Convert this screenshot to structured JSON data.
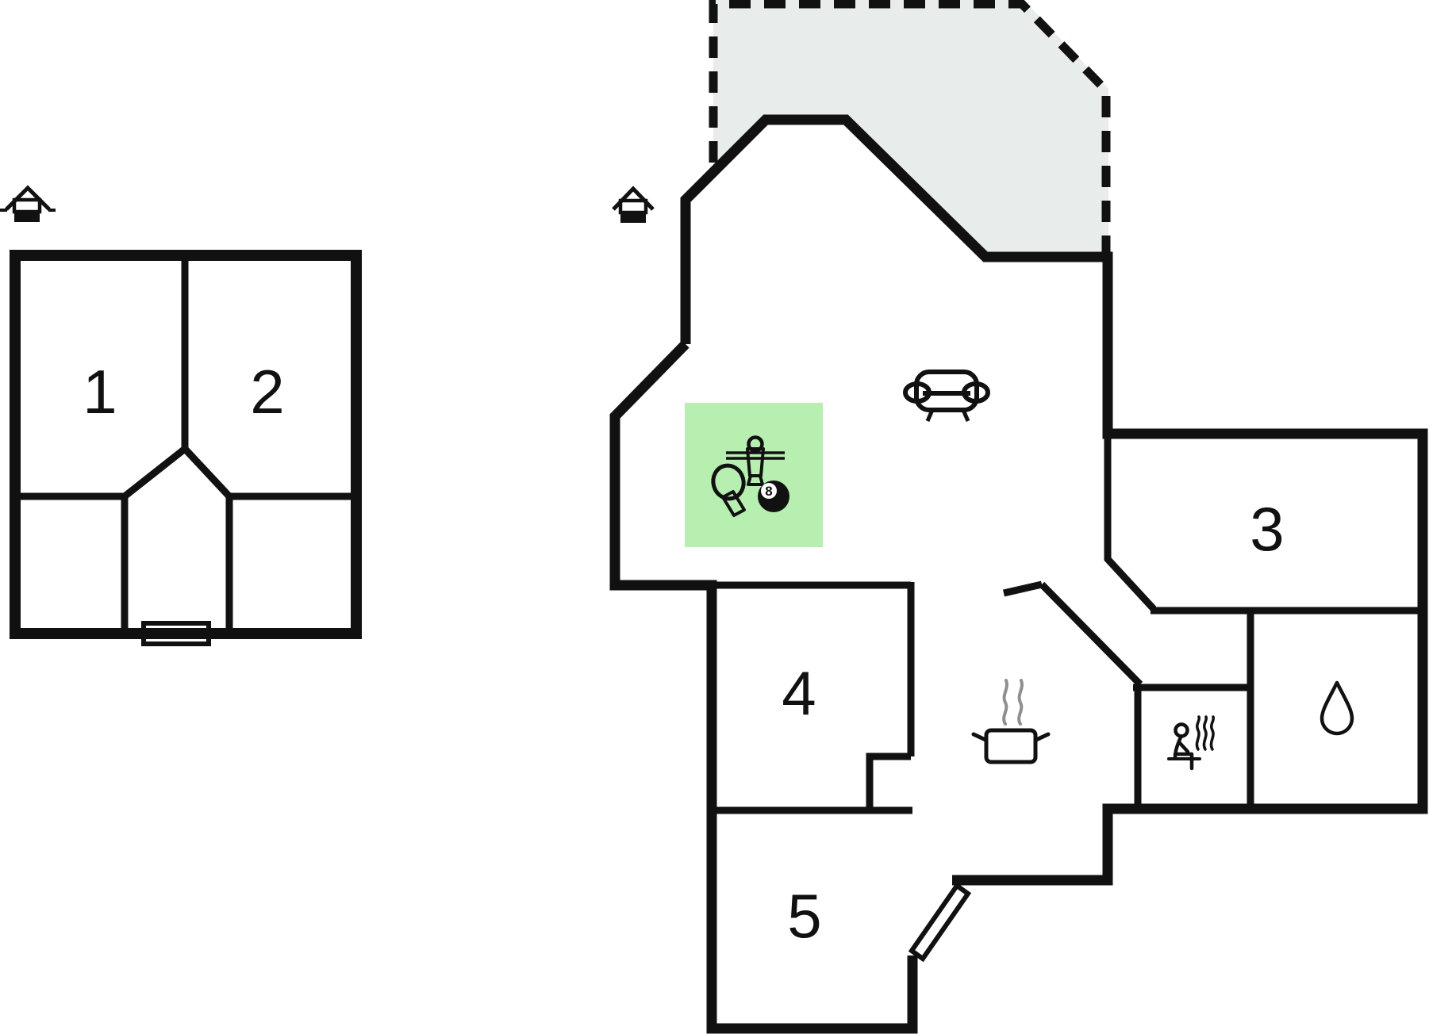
{
  "title": "holiday-home-floor-plan",
  "colors": {
    "wall": "#111111",
    "background": "#ffffff",
    "terrace_fill": "#e8edeb",
    "games_fill": "#b7efb0",
    "water_fill": "#c3f1f6",
    "steam_gray": "#8f8f8f"
  },
  "rooms": [
    {
      "id": "room-1",
      "label": "1"
    },
    {
      "id": "room-2",
      "label": "2"
    },
    {
      "id": "room-3",
      "label": "3"
    },
    {
      "id": "room-4",
      "label": "4"
    },
    {
      "id": "room-5",
      "label": "5"
    }
  ],
  "icons": {
    "entrance_left": "house-entrance-icon",
    "entrance_right": "house-entrance-icon",
    "living_room": "sofa-icon",
    "games_area": [
      "foosball-player-icon",
      "table-tennis-paddle-icon",
      "billiard-8ball-icon"
    ],
    "billiard_ball_label": "8",
    "kitchen": "cooking-pot-icon",
    "sauna": "sauna-person-icon",
    "bathroom": "water-drop-icon",
    "entrance_door": "door-leaf-symbol",
    "terrace": "covered-terrace-dashed-area"
  }
}
